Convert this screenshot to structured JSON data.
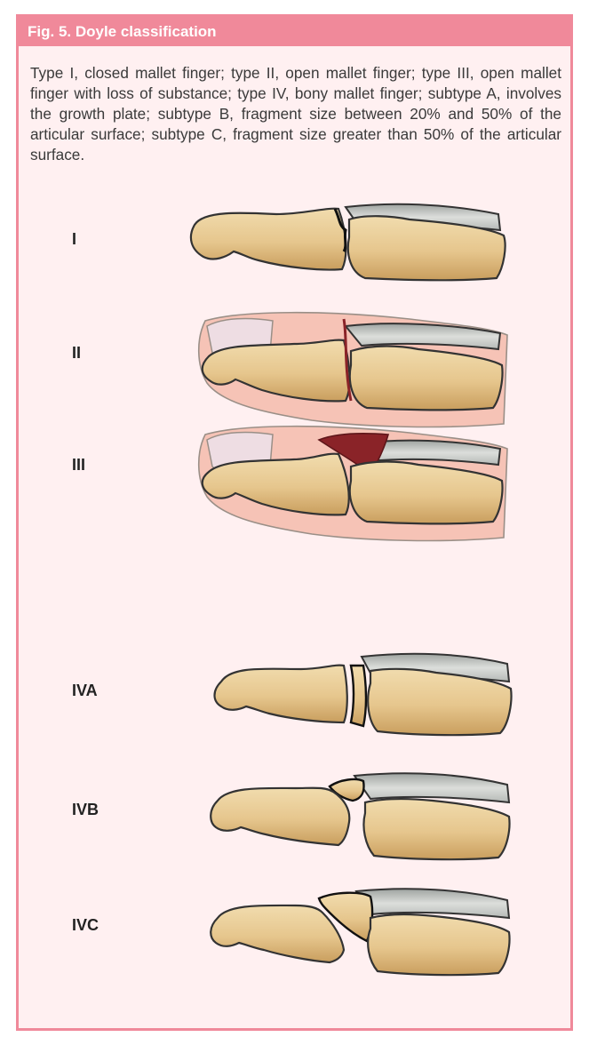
{
  "figure": {
    "title": "Fig. 5. Doyle classification",
    "caption": "Type I, closed mallet finger; type II, open mallet finger; type III, open mallet finger with loss of substance; type IV, bony mallet finger; subtype A, involves the growth plate; subtype B, fragment size between 20% and 50% of the articular surface; subtype C, fragment size greater than 50% of the articular surface."
  },
  "types": [
    {
      "label": "I",
      "illustration": "closed-mallet-finger"
    },
    {
      "label": "II",
      "illustration": "open-mallet-finger"
    },
    {
      "label": "III",
      "illustration": "open-mallet-finger-loss-of-substance"
    },
    {
      "label": "IVA",
      "illustration": "bony-mallet-growth-plate"
    },
    {
      "label": "IVB",
      "illustration": "bony-mallet-fragment-20-50"
    },
    {
      "label": "IVC",
      "illustration": "bony-mallet-fragment-over-50"
    }
  ],
  "colors": {
    "border": "#f0899a",
    "panel": "#fff0f1",
    "bone": "#e7c891",
    "tendon": "#c9cbc7",
    "skin": "#f7c9bd",
    "wound": "#8a2328"
  }
}
